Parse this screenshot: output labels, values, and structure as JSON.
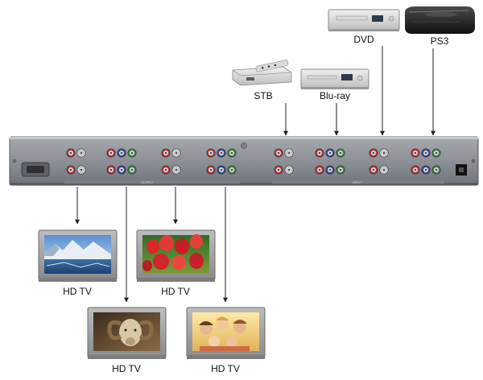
{
  "sources": {
    "dvd": "DVD",
    "ps3": "PS3",
    "stb": "STB",
    "bluray": "Blu-ray"
  },
  "displays": [
    {
      "label": "HD TV",
      "scene": "mountain-lake"
    },
    {
      "label": "HD TV",
      "scene": "red-tulips"
    },
    {
      "label": "HD TV",
      "scene": "ram-portrait"
    },
    {
      "label": "HD TV",
      "scene": "family-portrait"
    }
  ],
  "colors": {
    "panel": "#8d9197",
    "panel_dark": "#6b6f75",
    "connector_red": "#c8242b",
    "connector_green": "#2f8a3a",
    "connector_blue": "#2b3f9a",
    "connector_white": "#e6e6e6",
    "tv_frame": "#9a9a9a",
    "arrow": "#222222"
  },
  "panel_labels": {
    "output": "OUTPUT",
    "input": "INPUT"
  }
}
